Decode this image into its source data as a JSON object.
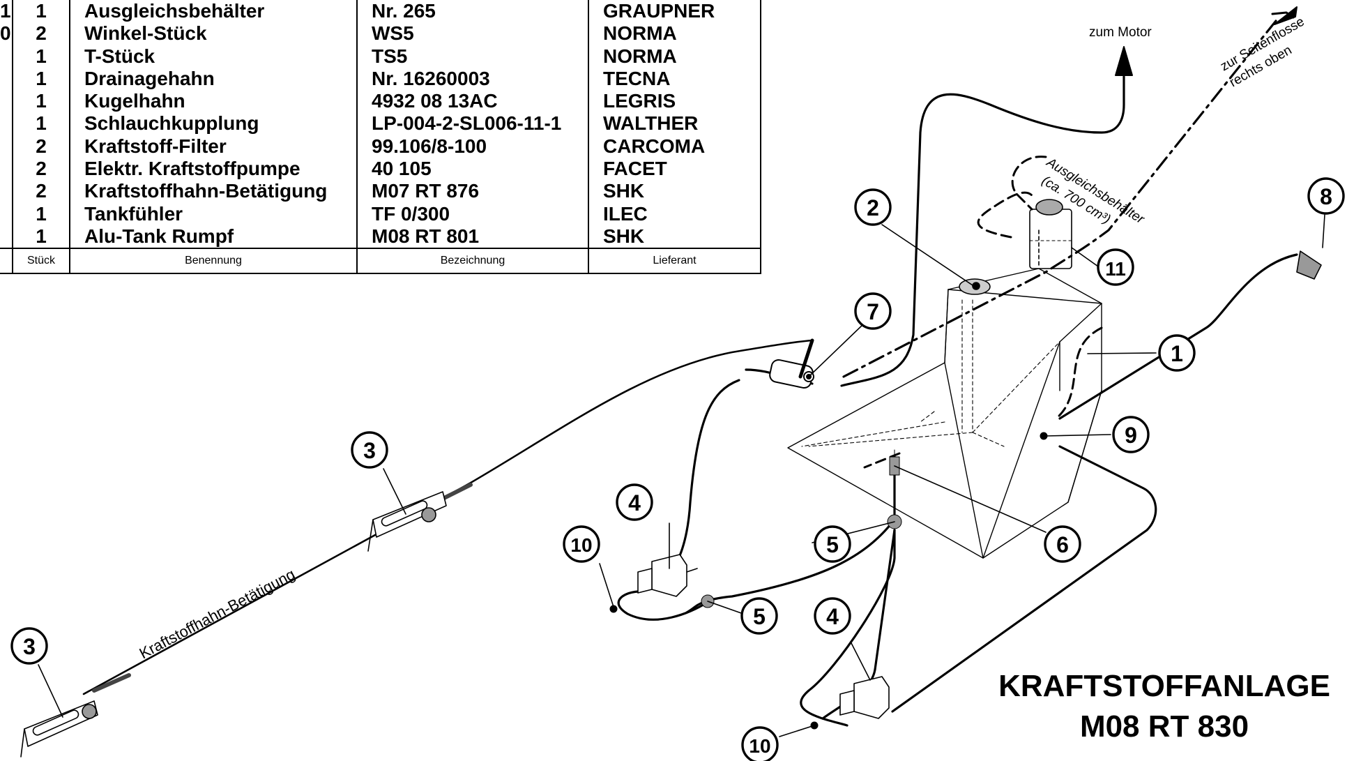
{
  "parts_table": {
    "headers": [
      "Stück",
      "Benennung",
      "Bezeichnung",
      "Lieferant"
    ],
    "rows": [
      {
        "pos": "1",
        "qty": "1",
        "name": "Ausgleichsbehälter",
        "designation": "Nr. 265",
        "supplier": "GRAUPNER"
      },
      {
        "pos": "0",
        "qty": "2",
        "name": "Winkel-Stück",
        "designation": "WS5",
        "supplier": "NORMA"
      },
      {
        "pos": "",
        "qty": "1",
        "name": "T-Stück",
        "designation": "TS5",
        "supplier": "NORMA"
      },
      {
        "pos": "",
        "qty": "1",
        "name": "Drainagehahn",
        "designation": "Nr. 16260003",
        "supplier": "TECNA"
      },
      {
        "pos": "",
        "qty": "1",
        "name": "Kugelhahn",
        "designation": "4932 08 13AC",
        "supplier": "LEGRIS"
      },
      {
        "pos": "",
        "qty": "1",
        "name": "Schlauchkupplung",
        "designation": "LP-004-2-SL006-11-1",
        "supplier": "WALTHER"
      },
      {
        "pos": "",
        "qty": "2",
        "name": "Kraftstoff-Filter",
        "designation": "99.106/8-100",
        "supplier": "CARCOMA"
      },
      {
        "pos": "",
        "qty": "2",
        "name": "Elektr. Kraftstoffpumpe",
        "designation": "40 105",
        "supplier": "FACET"
      },
      {
        "pos": "",
        "qty": "2",
        "name": "Kraftstoffhahn-Betätigung",
        "designation": "M07 RT 876",
        "supplier": "SHK"
      },
      {
        "pos": "",
        "qty": "1",
        "name": "Tankfühler",
        "designation": "TF 0/300",
        "supplier": "ILEC"
      },
      {
        "pos": "",
        "qty": "1",
        "name": "Alu-Tank Rumpf",
        "designation": "M08 RT 801",
        "supplier": "SHK"
      }
    ]
  },
  "labels": {
    "motor": "zum Motor",
    "fin_line1": "zur Seitenflosse",
    "fin_line2": "rechts oben",
    "reservoir_line1": "Ausgleichsbehälter",
    "reservoir_line2": "(ca. 700 cm³)",
    "valve_actuation": "Kraftstoffhahn-Betätigung"
  },
  "callouts": {
    "c1": "1",
    "c2": "2",
    "c3a": "3",
    "c3b": "3",
    "c4a": "4",
    "c4b": "4",
    "c5a": "5",
    "c5b": "5",
    "c6": "6",
    "c7": "7",
    "c8": "8",
    "c9": "9",
    "c10a": "10",
    "c10b": "10",
    "c11": "11"
  },
  "title": {
    "line1": "KRAFTSTOFFANLAGE",
    "line2": "M08 RT 830"
  }
}
